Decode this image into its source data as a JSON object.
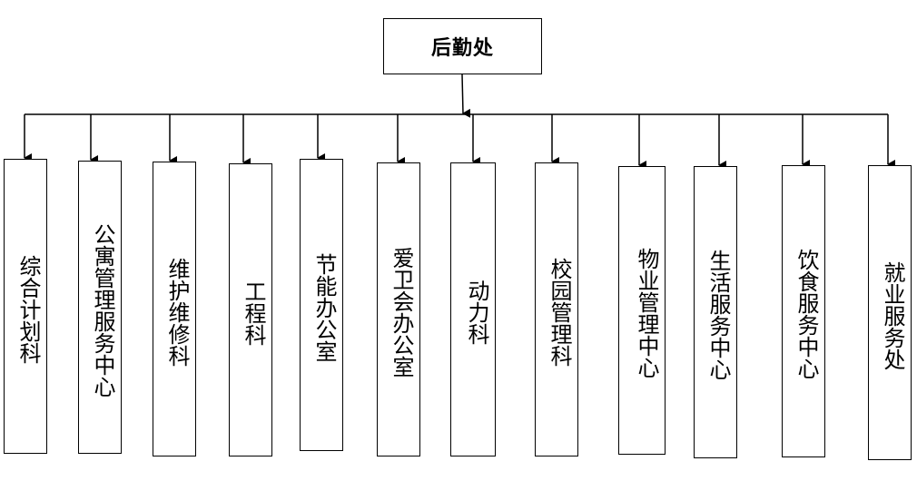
{
  "root": {
    "label": "后勤处"
  },
  "departments": [
    {
      "label": "综合计划科"
    },
    {
      "label": "公寓管理服务中心"
    },
    {
      "label": "维护维修科"
    },
    {
      "label": "工程科"
    },
    {
      "label": "节能办公室"
    },
    {
      "label": "爱卫会办公室"
    },
    {
      "label": "动力科"
    },
    {
      "label": "校园管理科"
    },
    {
      "label": "物业管理中心"
    },
    {
      "label": "生活服务中心"
    },
    {
      "label": "饮食服务中心"
    },
    {
      "label": "就业服务处"
    }
  ]
}
